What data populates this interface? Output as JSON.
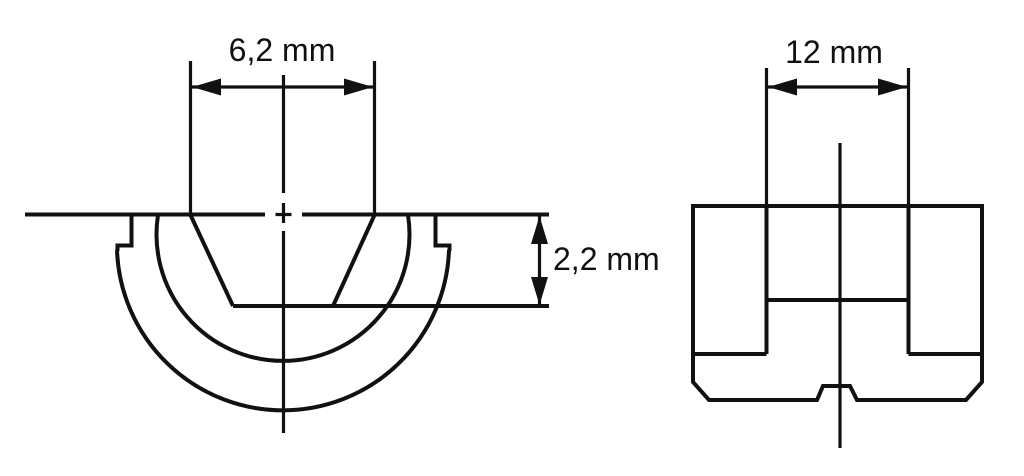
{
  "drawing": {
    "background_color": "#ffffff",
    "line_color": "#111111"
  },
  "left_view": {
    "width_label": "6,2 mm",
    "depth_label": "2,2 mm"
  },
  "right_view": {
    "width_label": "12 mm"
  }
}
